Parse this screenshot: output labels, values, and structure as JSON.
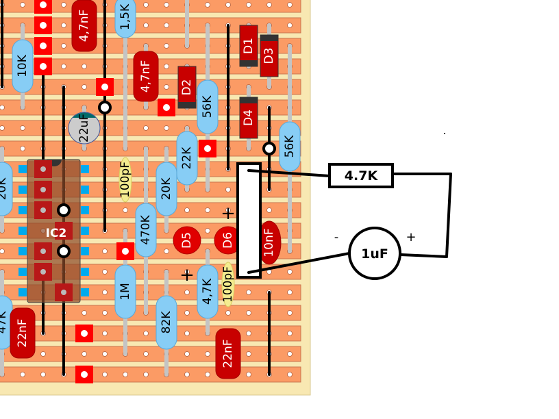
{
  "diagram": {
    "type": "stripboard-layout",
    "colors": {
      "board": "#f8e8b2",
      "strip": "#fb9b65",
      "resistor": "#87cdf5",
      "capacitor": "#c80000",
      "cut": "#ff0000",
      "wire": "#000000"
    },
    "components": {
      "r10k": "10K",
      "c47n_a": "4,7nF",
      "r15k": "1,5K",
      "c47n_b": "4,7nF",
      "c22u": "22uF",
      "d1": "D1",
      "d2": "D2",
      "d3": "D3",
      "d4": "D4",
      "r56k_a": "56K",
      "r56k_b": "56K",
      "r22k": "22K",
      "c100p_a": "100pF",
      "r20k_a": "20K",
      "r20k_b": "20K",
      "r470k": "470K",
      "ic2": "IC2",
      "d5": "D5",
      "d6": "D6",
      "c10n": "10nF",
      "c100p_b": "100pF",
      "r47k_b": "4,7K",
      "r1m": "1M",
      "r82k": "82K",
      "c22n_a": "22nF",
      "c22n_b": "22nF",
      "r47k": "47K"
    },
    "offboard": {
      "resistor": "4.7K",
      "capacitor": "1uF",
      "cap_minus": "-",
      "cap_plus": "+",
      "plus_marks": [
        "+",
        "+"
      ]
    }
  }
}
